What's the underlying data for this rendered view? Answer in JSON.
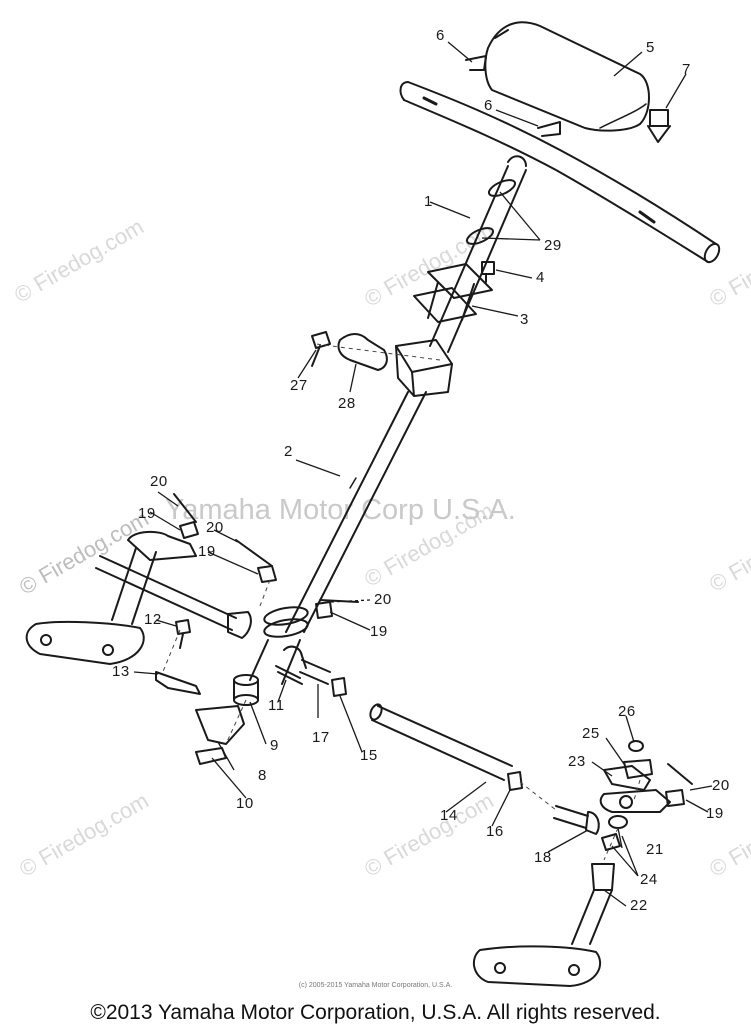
{
  "watermark": {
    "logo_text": "© Firedog.com",
    "center_text": "Yamaha Motor Corp U.S.A."
  },
  "parts": [
    {
      "id": "1",
      "label": "1"
    },
    {
      "id": "2",
      "label": "2"
    },
    {
      "id": "3",
      "label": "3"
    },
    {
      "id": "4",
      "label": "4"
    },
    {
      "id": "5",
      "label": "5"
    },
    {
      "id": "6a",
      "label": "6"
    },
    {
      "id": "6b",
      "label": "6"
    },
    {
      "id": "7",
      "label": "7"
    },
    {
      "id": "8",
      "label": "8"
    },
    {
      "id": "9",
      "label": "9"
    },
    {
      "id": "10",
      "label": "10"
    },
    {
      "id": "11",
      "label": "11"
    },
    {
      "id": "12",
      "label": "12"
    },
    {
      "id": "13",
      "label": "13"
    },
    {
      "id": "14",
      "label": "14"
    },
    {
      "id": "15",
      "label": "15"
    },
    {
      "id": "16",
      "label": "16"
    },
    {
      "id": "17",
      "label": "17"
    },
    {
      "id": "18",
      "label": "18"
    },
    {
      "id": "19a",
      "label": "19"
    },
    {
      "id": "19b",
      "label": "19"
    },
    {
      "id": "19c",
      "label": "19"
    },
    {
      "id": "19d",
      "label": "19"
    },
    {
      "id": "20a",
      "label": "20"
    },
    {
      "id": "20b",
      "label": "20"
    },
    {
      "id": "20c",
      "label": "20"
    },
    {
      "id": "20d",
      "label": "20"
    },
    {
      "id": "21",
      "label": "21"
    },
    {
      "id": "22",
      "label": "22"
    },
    {
      "id": "23",
      "label": "23"
    },
    {
      "id": "24",
      "label": "24"
    },
    {
      "id": "25",
      "label": "25"
    },
    {
      "id": "26",
      "label": "26"
    },
    {
      "id": "27",
      "label": "27"
    },
    {
      "id": "28",
      "label": "28"
    },
    {
      "id": "29",
      "label": "29"
    }
  ],
  "footer": {
    "small_copyright": "(c) 2005-2015 Yamaha Motor Corporation, U.S.A.",
    "copyright": "©2013 Yamaha Motor Corporation, U.S.A. All rights reserved."
  }
}
